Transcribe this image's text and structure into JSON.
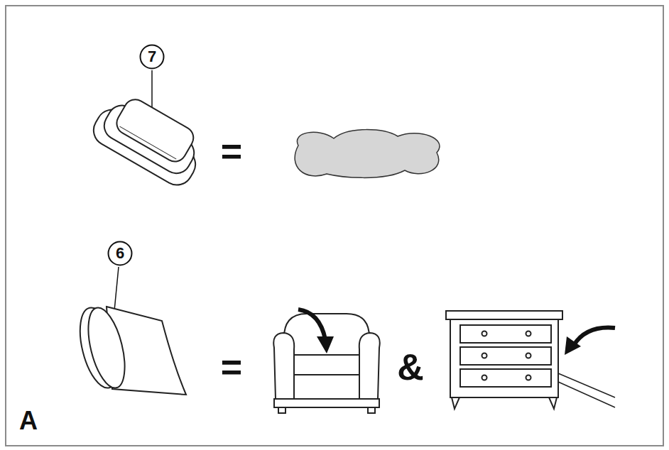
{
  "diagram": {
    "nodes": [
      {
        "text": [
          "7"
        ]
      },
      {
        "text": [
          "6"
        ]
      }
    ],
    "labels": [
      "=",
      "=",
      "&",
      "A"
    ]
  }
}
